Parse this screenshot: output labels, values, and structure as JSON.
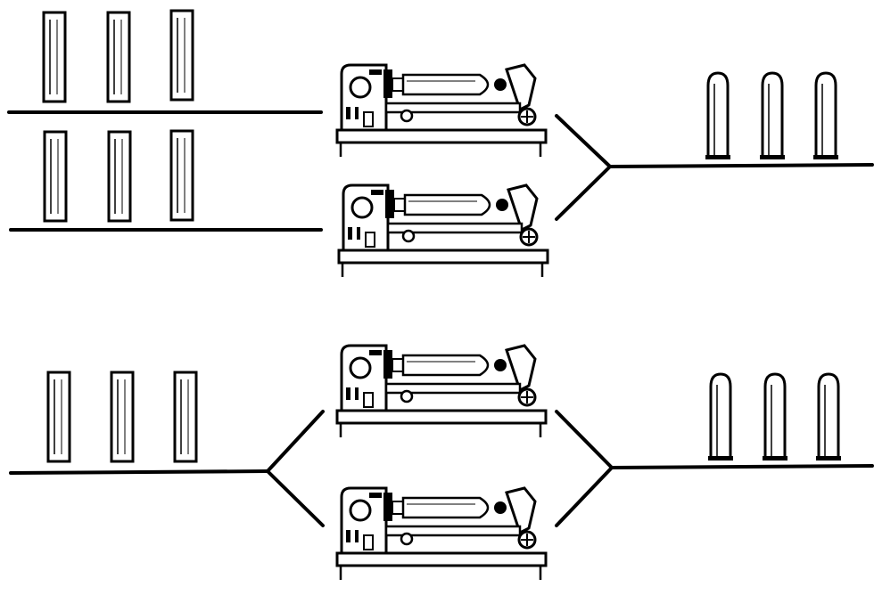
{
  "diagram": {
    "description_items": {
      "bars": "rectangular-rods",
      "tips": "rounded-rods",
      "machine": "glassblowing-lathe"
    },
    "groups": [
      {
        "id": "top-left-rows",
        "rod_rows": 2,
        "rods_per_row": 3
      },
      {
        "id": "bottom-left-row",
        "rod_rows": 1,
        "rods_per_row": 3
      },
      {
        "id": "top-right-row",
        "rods_per_row": 3
      },
      {
        "id": "bottom-right-row",
        "rods_per_row": 3
      }
    ],
    "machine_count": 4
  }
}
